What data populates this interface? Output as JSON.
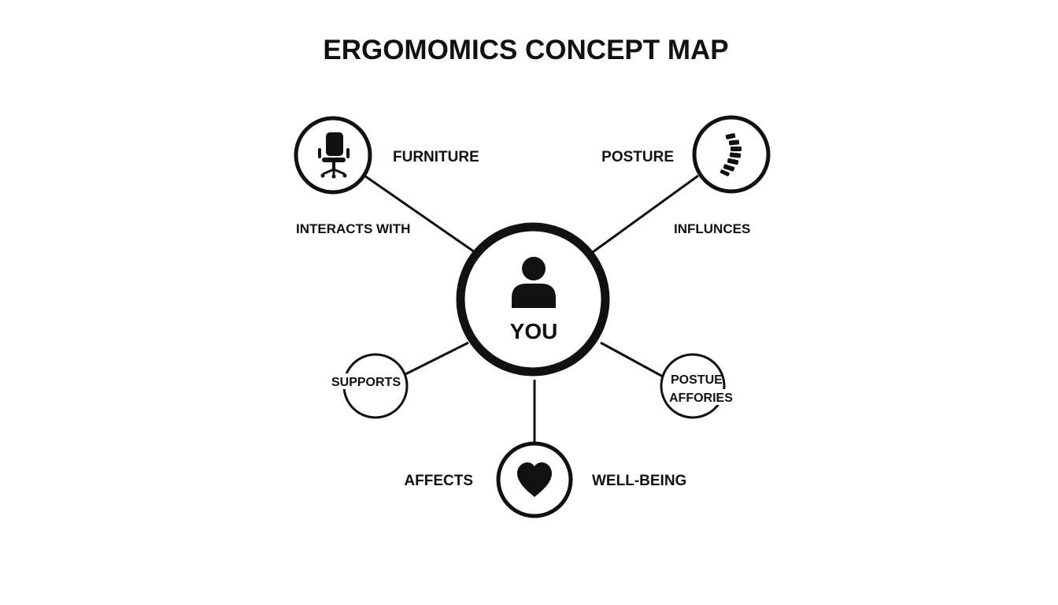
{
  "title": "ERGOMOMICS CONCEPT MAP",
  "colors": {
    "ink": "#111111",
    "background": "#ffffff"
  },
  "center": {
    "label": "YOU",
    "icon": "person-icon"
  },
  "nodes": {
    "furniture": {
      "label": "FURNITURE",
      "icon": "office-chair-icon"
    },
    "posture": {
      "label": "POSTURE",
      "icon": "spine-icon"
    },
    "supports": {
      "label": "SUPPORTS"
    },
    "postue_affories": {
      "line1": "POSTUE",
      "line2": "AFFORIES"
    },
    "well_being": {
      "label": "WELL-BEING",
      "icon": "heart-icon"
    }
  },
  "edges": {
    "interacts_with": "INTERACTS WITH",
    "influnces": "INFLUNCES",
    "affects": "AFFECTS"
  }
}
